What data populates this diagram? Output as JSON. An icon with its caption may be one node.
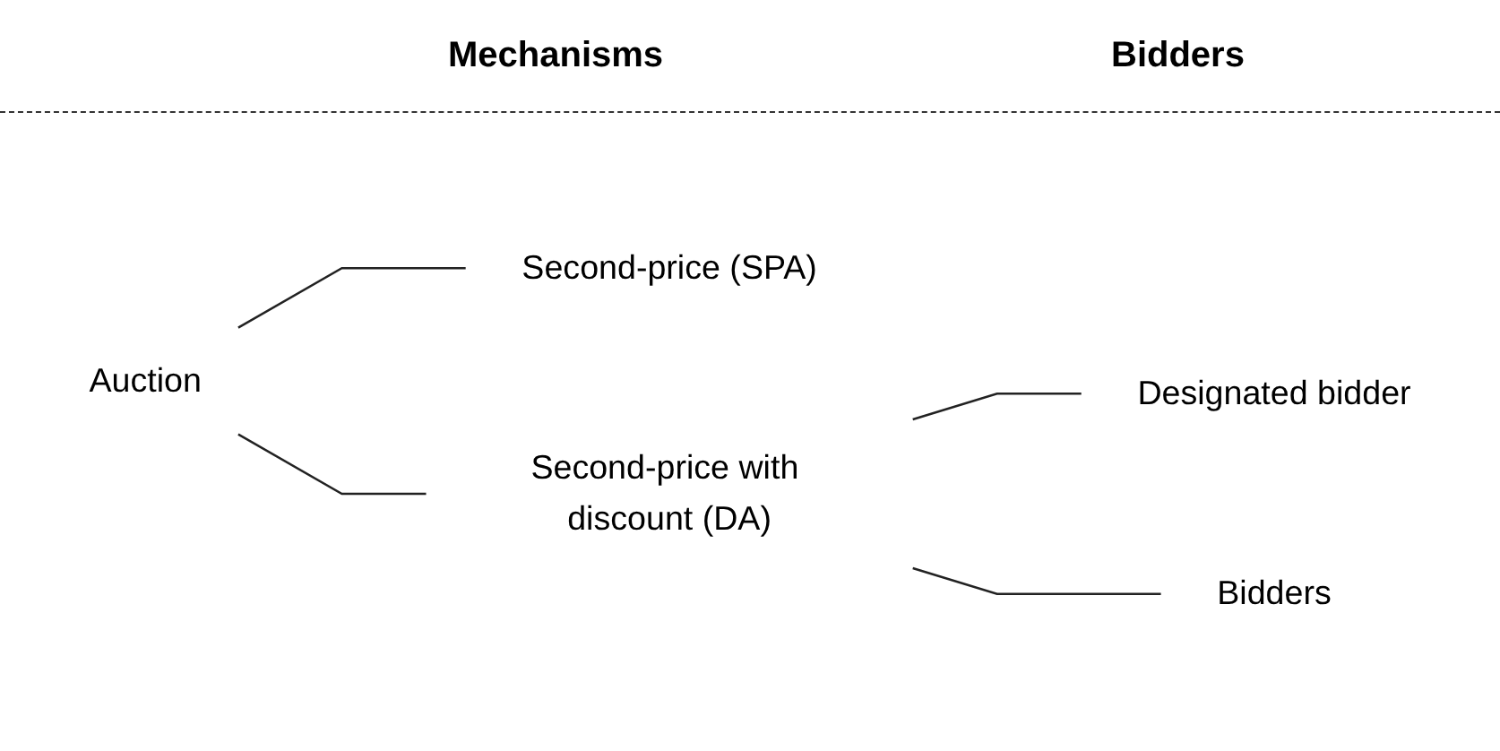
{
  "diagram": {
    "nodes": [
      {
        "text": [
          "Auction"
        ]
      },
      {
        "text": [
          "Second-price (SPA)"
        ]
      },
      {
        "text": [
          "Second-price with discount (DA)"
        ]
      },
      {
        "text": [
          "Designated bidder"
        ]
      },
      {
        "text": [
          "Bidders"
        ]
      }
    ],
    "edges": [
      {
        "from": 0,
        "to": 1,
        "arrow": "none"
      },
      {
        "from": 0,
        "to": 2,
        "arrow": "none"
      },
      {
        "from": 2,
        "to": 3,
        "arrow": "none"
      },
      {
        "from": 2,
        "to": 4,
        "arrow": "none"
      }
    ],
    "labels": [
      "Mechanisms",
      "Bidders"
    ]
  }
}
